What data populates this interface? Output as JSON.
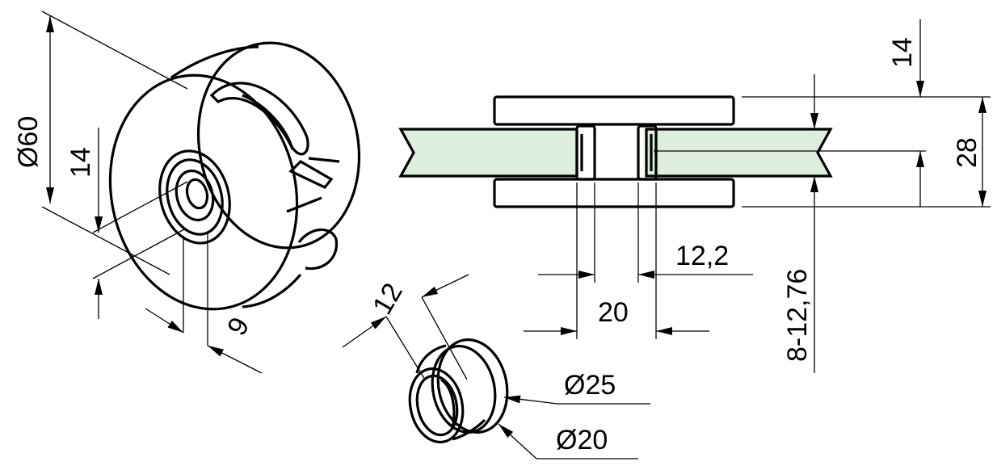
{
  "drawing": {
    "colors": {
      "glass": "#ddeedd",
      "line": "#000000",
      "background": "#ffffff"
    },
    "dimensions": {
      "big_diameter": "Ø60",
      "big_thickness": "14",
      "big_hole_depth": "9",
      "sleeve_length": "12",
      "sleeve_outer_dia": "Ø25",
      "sleeve_inner_dia": "Ø20",
      "section_top_thickness": "14",
      "section_total_height": "28",
      "gap_width": "12,2",
      "center_width": "20",
      "glass_thickness_range": "8-12,76"
    }
  }
}
